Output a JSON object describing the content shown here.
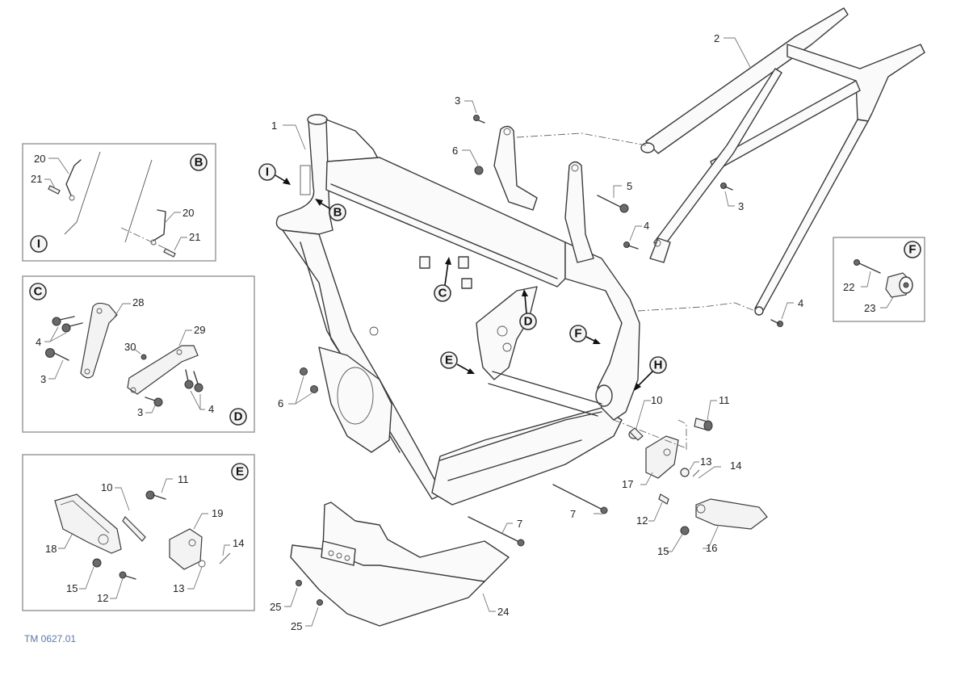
{
  "diagram": {
    "reference_code": "TM 0627.01",
    "main_callouts": [
      "1",
      "2",
      "3",
      "3",
      "4",
      "4",
      "5",
      "6",
      "6",
      "7",
      "7",
      "10",
      "11",
      "12",
      "13",
      "14",
      "15",
      "16",
      "17",
      "24",
      "25",
      "25"
    ],
    "view_markers": [
      "I",
      "B",
      "C",
      "D",
      "E",
      "F",
      "H"
    ],
    "insets": [
      {
        "id": "I-B",
        "markers": [
          "I",
          "B"
        ],
        "callouts": [
          "20",
          "21",
          "20",
          "21"
        ]
      },
      {
        "id": "C-D",
        "markers": [
          "C",
          "D"
        ],
        "callouts": [
          "28",
          "4",
          "3",
          "29",
          "30",
          "3",
          "4"
        ]
      },
      {
        "id": "E",
        "markers": [
          "E"
        ],
        "callouts": [
          "10",
          "11",
          "19",
          "18",
          "14",
          "15",
          "12",
          "13"
        ]
      },
      {
        "id": "F",
        "markers": [
          "F"
        ],
        "callouts": [
          "22",
          "23"
        ]
      }
    ]
  },
  "labels": {
    "n1": "1",
    "n2": "2",
    "n3a": "3",
    "n3b": "3",
    "n4a": "4",
    "n4b": "4",
    "n5": "5",
    "n6a": "6",
    "n6b": "6",
    "n7a": "7",
    "n7b": "7",
    "n10": "10",
    "n11": "11",
    "n12": "12",
    "n13": "13",
    "n14": "14",
    "n15": "15",
    "n16": "16",
    "n17": "17",
    "n24": "24",
    "n25a": "25",
    "n25b": "25",
    "mI": "I",
    "mB": "B",
    "mC": "C",
    "mD": "D",
    "mE": "E",
    "mF": "F",
    "mH": "H"
  },
  "inset_ib": {
    "n20a": "20",
    "n21a": "21",
    "n20b": "20",
    "n21b": "21",
    "mI": "I",
    "mB": "B"
  },
  "inset_cd": {
    "n28": "28",
    "n4a": "4",
    "n3a": "3",
    "n29": "29",
    "n30": "30",
    "n3b": "3",
    "n4b": "4",
    "mC": "C",
    "mD": "D"
  },
  "inset_e": {
    "n10": "10",
    "n11": "11",
    "n19": "19",
    "n18": "18",
    "n14": "14",
    "n15": "15",
    "n12": "12",
    "n13": "13",
    "mE": "E"
  },
  "inset_f": {
    "n22": "22",
    "n23": "23",
    "mF": "F"
  }
}
